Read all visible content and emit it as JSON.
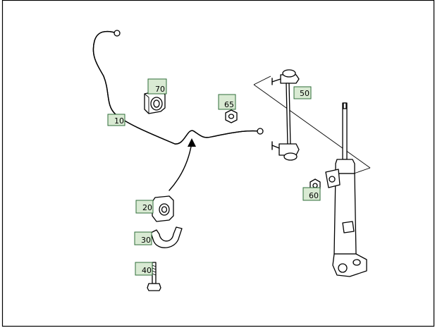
{
  "callouts": [
    {
      "id": "10",
      "label": "10"
    },
    {
      "id": "20",
      "label": "20"
    },
    {
      "id": "30",
      "label": "30"
    },
    {
      "id": "40",
      "label": "40"
    },
    {
      "id": "50",
      "label": "50"
    },
    {
      "id": "60",
      "label": "60"
    },
    {
      "id": "65",
      "label": "65"
    },
    {
      "id": "70",
      "label": "70"
    }
  ],
  "colors": {
    "callout_fill": "#d9ead3",
    "callout_border": "#2f6e3a",
    "line": "#000000",
    "background": "#ffffff"
  }
}
